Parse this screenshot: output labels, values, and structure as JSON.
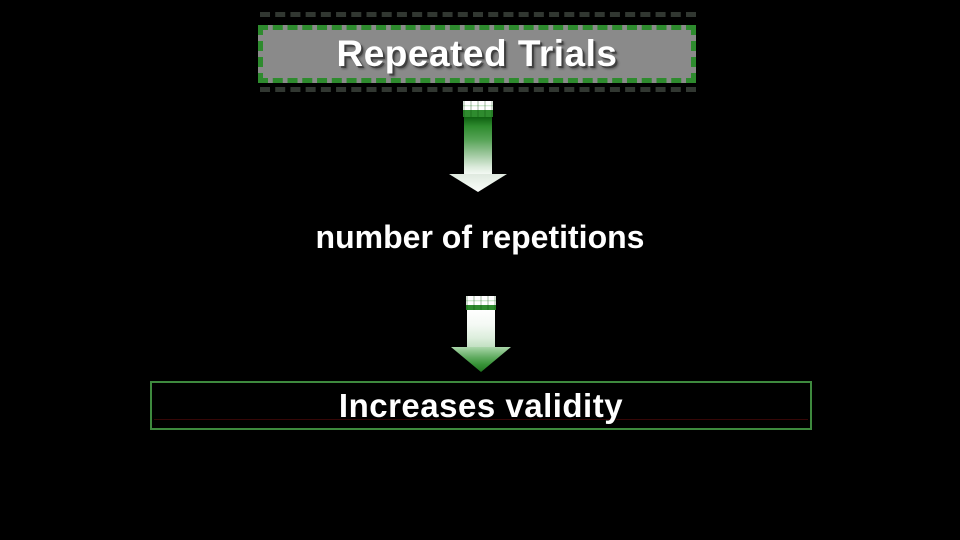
{
  "slide": {
    "background": "#000000",
    "title": {
      "label": "Repeated Trials"
    },
    "flow": {
      "middle_label": "number of repetitions",
      "result_label": "Increases validity"
    },
    "icons": [
      {
        "name": "down-arrow-icon",
        "shape": "gradient-block-arrow",
        "count": 2
      }
    ],
    "colors": {
      "accent_green": "#2e8b2e",
      "title_fill": "#8a8a8a",
      "result_border": "#3e8a3e",
      "text": "#ffffff"
    }
  }
}
